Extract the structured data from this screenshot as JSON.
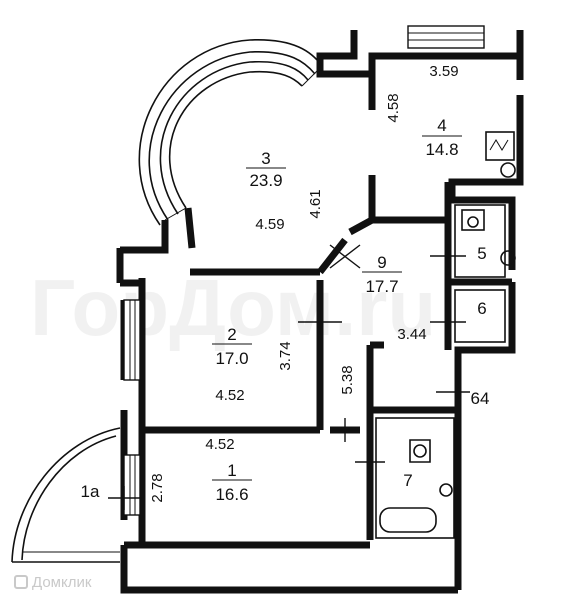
{
  "watermark": "ГорДом.ru",
  "brand": {
    "name": "Домклик",
    "icon": "house-logo-icon"
  },
  "rooms": [
    {
      "id": "1",
      "number": "1",
      "area": "16.6"
    },
    {
      "id": "1a",
      "number": "1а",
      "area": ""
    },
    {
      "id": "2",
      "number": "2",
      "area": "17.0"
    },
    {
      "id": "3",
      "number": "3",
      "area": "23.9"
    },
    {
      "id": "4",
      "number": "4",
      "area": "14.8"
    },
    {
      "id": "5",
      "number": "5",
      "area": ""
    },
    {
      "id": "6",
      "number": "6",
      "area": ""
    },
    {
      "id": "64",
      "number": "64",
      "area": ""
    },
    {
      "id": "7",
      "number": "7",
      "area": ""
    },
    {
      "id": "9",
      "number": "9",
      "area": "17.7"
    }
  ],
  "dimensions": {
    "room4_width": "3.59",
    "room4_depth": "4.58",
    "room3_depth": "4.61",
    "room3_width": "4.59",
    "room2_depth": "3.74",
    "room2_width": "4.52",
    "corridor_length": "5.38",
    "hall_width": "3.44",
    "room1_width": "4.52",
    "room1_depth": "2.78"
  }
}
